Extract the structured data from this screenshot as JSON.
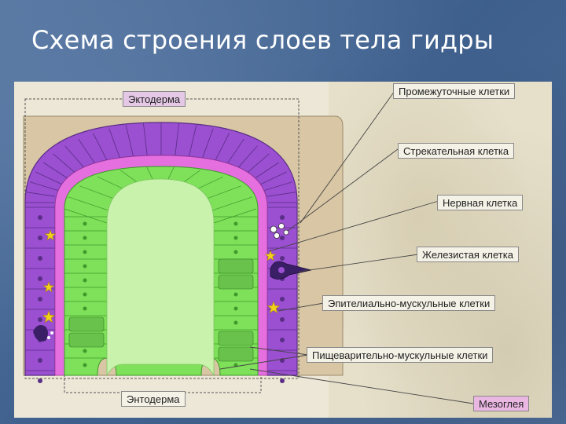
{
  "slide": {
    "title": "Схема строения слоев тела гидры"
  },
  "labels": {
    "ectoderm": "Эктодерма",
    "endoderm": "Энтодерма",
    "interstitial": "Промежуточные клетки",
    "cnidocyte": "Стрекательная клетка",
    "nerve": "Нервная клетка",
    "glandular": "Железистая клетка",
    "epithelial_muscle": "Эпителиально-мускульные клетки",
    "digestive_muscle": "Пищеварительно-мускульные клетки",
    "mesoglea": "Мезоглея"
  },
  "colors": {
    "ectoderm": "#9b4fd1",
    "ectoderm_light": "#b77be0",
    "mesoglea": "#e66fe0",
    "endoderm": "#7fe05a",
    "endoderm_light": "#b8f29a",
    "background_tissue": "#d7c7a6"
  }
}
